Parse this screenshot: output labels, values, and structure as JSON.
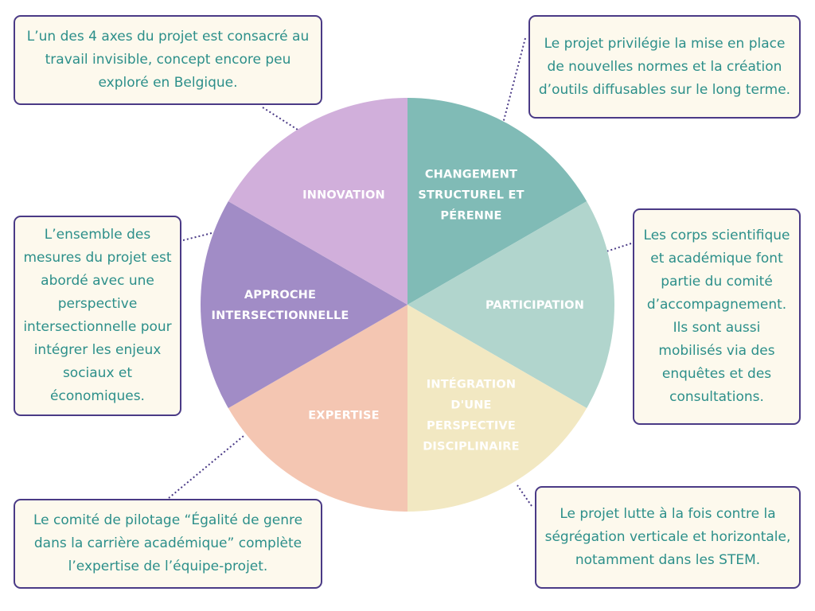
{
  "diagram": {
    "segments": [
      {
        "id": "changement",
        "lines": [
          "CHANGEMENT",
          "STRUCTUREL ET",
          "PÉRENNE"
        ],
        "color": "#80bbb6"
      },
      {
        "id": "participation",
        "lines": [
          "PARTICIPATION"
        ],
        "color": "#b1d5cd"
      },
      {
        "id": "integration",
        "lines": [
          "INTÉGRATION",
          "D'UNE",
          "PERSPECTIVE",
          "DISCIPLINAIRE"
        ],
        "color": "#f2e8c2"
      },
      {
        "id": "expertise",
        "lines": [
          "EXPERTISE"
        ],
        "color": "#f4c6b2"
      },
      {
        "id": "approche",
        "lines": [
          "APPROCHE",
          "INTERSECTIONNELLE"
        ],
        "color": "#a18cc6"
      },
      {
        "id": "innovation",
        "lines": [
          "INNOVATION"
        ],
        "color": "#d1afdb"
      }
    ],
    "callouts": {
      "innovation": "L’un des 4 axes du projet est consacré au travail invisible, concept encore peu exploré en Belgique.",
      "changement": "Le projet privilégie la mise en place de nouvelles normes et la création d’outils diffusables sur le long terme.",
      "approche": "L’ensemble des mesures du projet est abordé avec une perspective intersectionnelle pour intégrer les enjeux sociaux et économiques.",
      "participation": "Les corps scientifique et académique font partie du comité d’accompagnement. Ils sont aussi mobilisés via des enquêtes et des consultations.",
      "expertise": "Le comité de pilotage “Égalité de genre dans la carrière académique” complète l’expertise de l’équipe-projet.",
      "integration": "Le projet lutte à la fois contre la ségrégation verticale et horizontale, notamment dans les STEM."
    },
    "colors": {
      "box_border": "#4a3a86",
      "box_background": "#fdf9ed",
      "box_text": "#2c8f8a",
      "connector": "#4a3a86",
      "segment_label": "#ffffff"
    }
  }
}
